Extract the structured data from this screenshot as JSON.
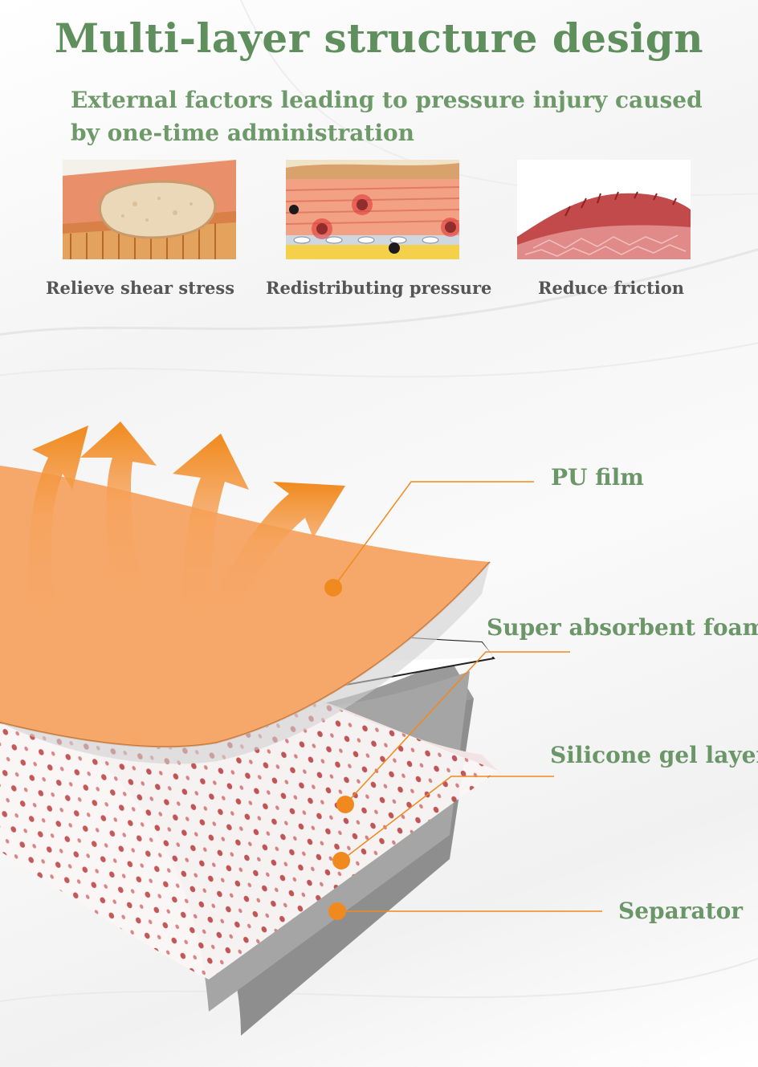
{
  "title": "Multi-layer structure design",
  "subtitle": "External factors leading to pressure injury caused by one-time administration",
  "features": [
    {
      "caption": "Relieve shear stress",
      "icon": "skin-ulcer-illustration"
    },
    {
      "caption": "Redistributing pressure",
      "icon": "tissue-pressure-illustration"
    },
    {
      "caption": "Reduce friction",
      "icon": "friction-tissue-illustration"
    }
  ],
  "layers": {
    "pu_film": "PU film",
    "foam": "Super absorbent foam",
    "silicone": "Silicone gel layer",
    "separator": "Separator"
  },
  "colors": {
    "heading_green": "#5f8f5c",
    "accent_orange": "#f08a1e",
    "film_orange": "#f6a86a"
  }
}
